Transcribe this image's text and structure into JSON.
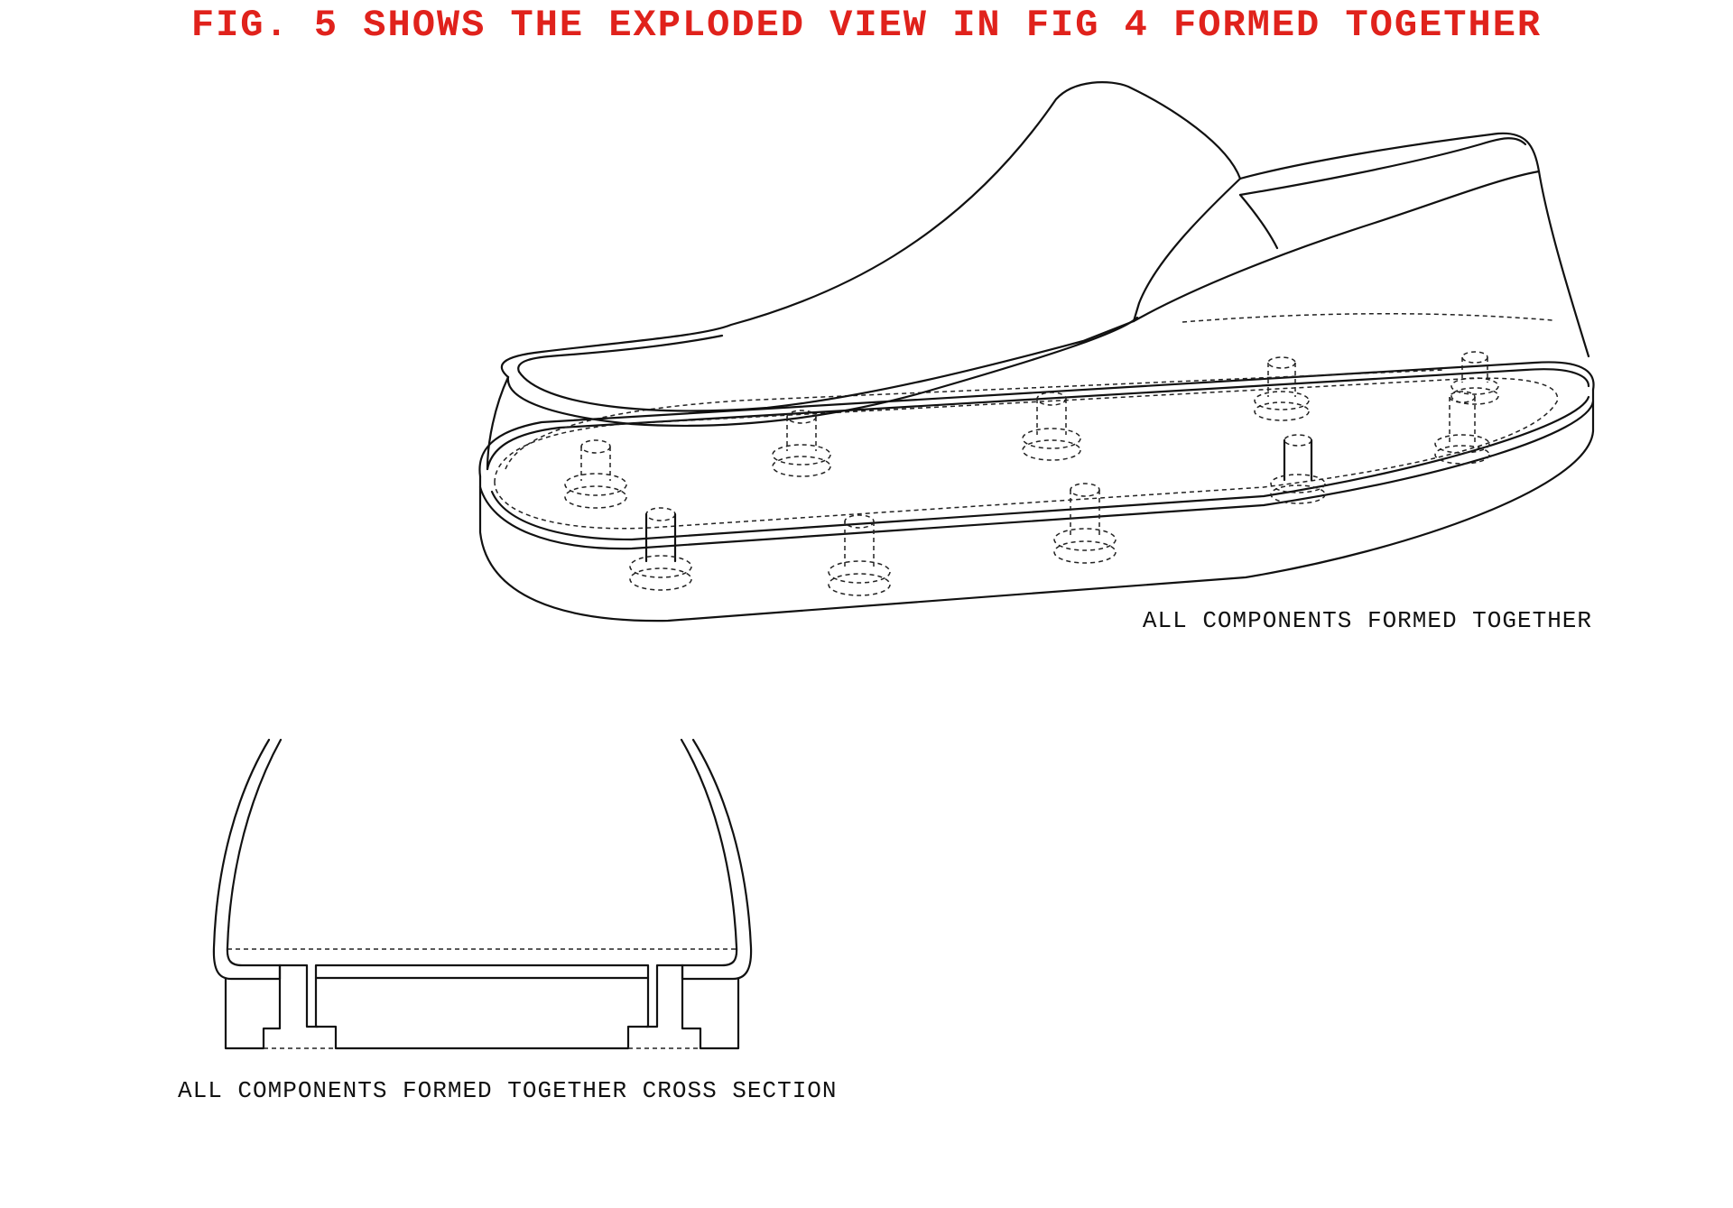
{
  "figure": {
    "title": "FIG. 5 SHOWS THE EXPLODED VIEW IN FIG 4 FORMED TOGETHER",
    "title_color": "#e0221c"
  },
  "views": {
    "assembled": {
      "label": "ALL COMPONENTS FORMED TOGETHER"
    },
    "cross_section": {
      "label": "ALL COMPONENTS FORMED TOGETHER CROSS SECTION"
    }
  }
}
